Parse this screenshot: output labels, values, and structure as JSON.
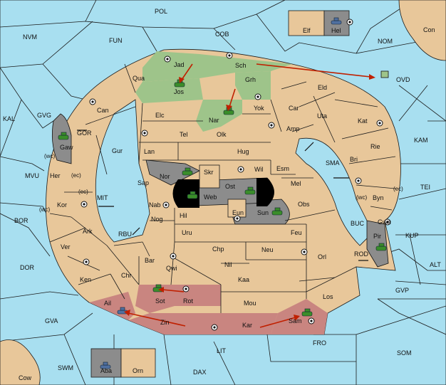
{
  "map": {
    "seas": [
      "POL",
      "NVM",
      "FUN",
      "COB",
      "NOM",
      "OVD",
      "KAL",
      "GVG",
      "GOR",
      "MVU",
      "BOR",
      "MIT",
      "RBU",
      "SMA",
      "KAM",
      "TEI",
      "BUC",
      "KUP",
      "ROD",
      "ALT",
      "GVP",
      "DOR",
      "GVA",
      "FRO",
      "SOM",
      "LIT",
      "SWM",
      "DAX"
    ],
    "land_labels": [
      "Jad",
      "Sch",
      "Qua",
      "Jos",
      "Grh",
      "Can",
      "Eld",
      "Elc",
      "Nar",
      "Yok",
      "Car",
      "Uta",
      "Kat",
      "Tel",
      "Olk",
      "Amp",
      "Gaw",
      "Gur",
      "Lan",
      "Hug",
      "Rie",
      "Bri",
      "Her",
      "Nor",
      "Skr",
      "Wil",
      "Esm",
      "Sap",
      "Ost",
      "Mel",
      "Web",
      "Byn",
      "Kor",
      "Nab",
      "Eun",
      "Sun",
      "Obs",
      "Gwa",
      "Hil",
      "Nog",
      "Pir",
      "Ark",
      "Uru",
      "Feu",
      "Ver",
      "Chp",
      "Neu",
      "Bar",
      "Qwi",
      "Nil",
      "Orl",
      "Ken",
      "Chr",
      "Kaa",
      "Los",
      "Ail",
      "Sot",
      "Rot",
      "Mou",
      "Zin",
      "Kar",
      "Sam",
      "Elf",
      "Hel",
      "Con",
      "Aba",
      "Orn",
      "Cow"
    ],
    "small_labels": [
      "(wc)",
      "(ec)",
      "(ec)",
      "(wc)",
      "(wc)",
      "(ec)"
    ],
    "colors": {
      "sea": "#a8dff0",
      "land": "#e8c79a",
      "player_green": "#9ec48a",
      "player_red": "#c98580",
      "neutral": "#8c8c8c",
      "arrow": "#c02000"
    }
  }
}
